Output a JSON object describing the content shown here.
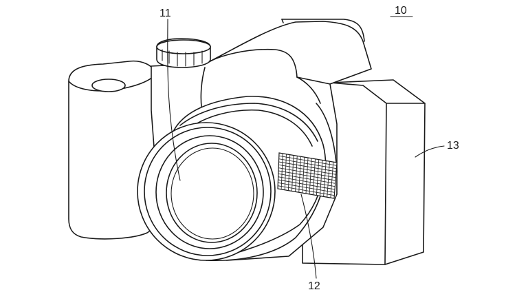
{
  "figure": {
    "reference_labels": {
      "camera": "10",
      "lens": "11",
      "microphone_grille": "12",
      "body_side": "13"
    },
    "line_color": "#1a1a1a",
    "background_color": "#ffffff",
    "grille_rows": 12,
    "grille_cols": 16
  }
}
